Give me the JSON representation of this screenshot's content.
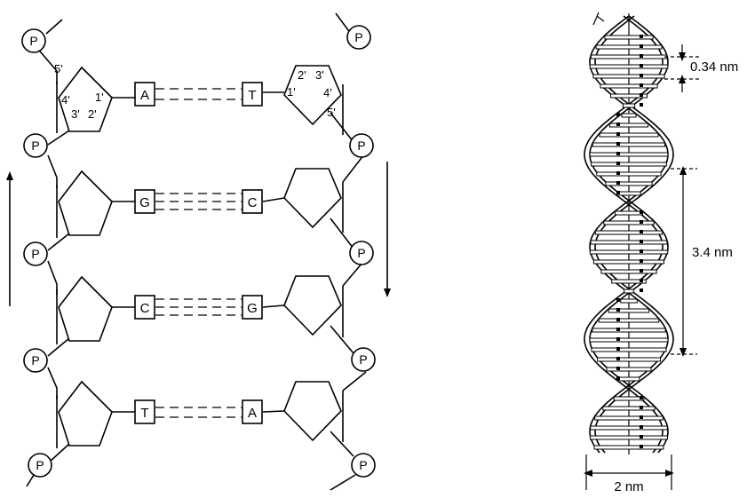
{
  "strand_diagram": {
    "phosphate_label": "P",
    "base_pairs": [
      {
        "left": "A",
        "right": "T",
        "hbonds": 2
      },
      {
        "left": "G",
        "right": "C",
        "hbonds": 3
      },
      {
        "left": "C",
        "right": "G",
        "hbonds": 3
      },
      {
        "left": "T",
        "right": "A",
        "hbonds": 2
      }
    ],
    "left_carbon_labels": {
      "c5": "5'",
      "c4": "4'",
      "c3": "3'",
      "c2": "2'",
      "c1": "1'"
    },
    "right_carbon_labels": {
      "c2": "2'",
      "c3": "3'",
      "c1": "1'",
      "c4": "4'",
      "c5": "5'"
    }
  },
  "helix": {
    "pitch_label": "0.34 nm",
    "turn_label": "3.4 nm",
    "width_label": "2 nm"
  }
}
